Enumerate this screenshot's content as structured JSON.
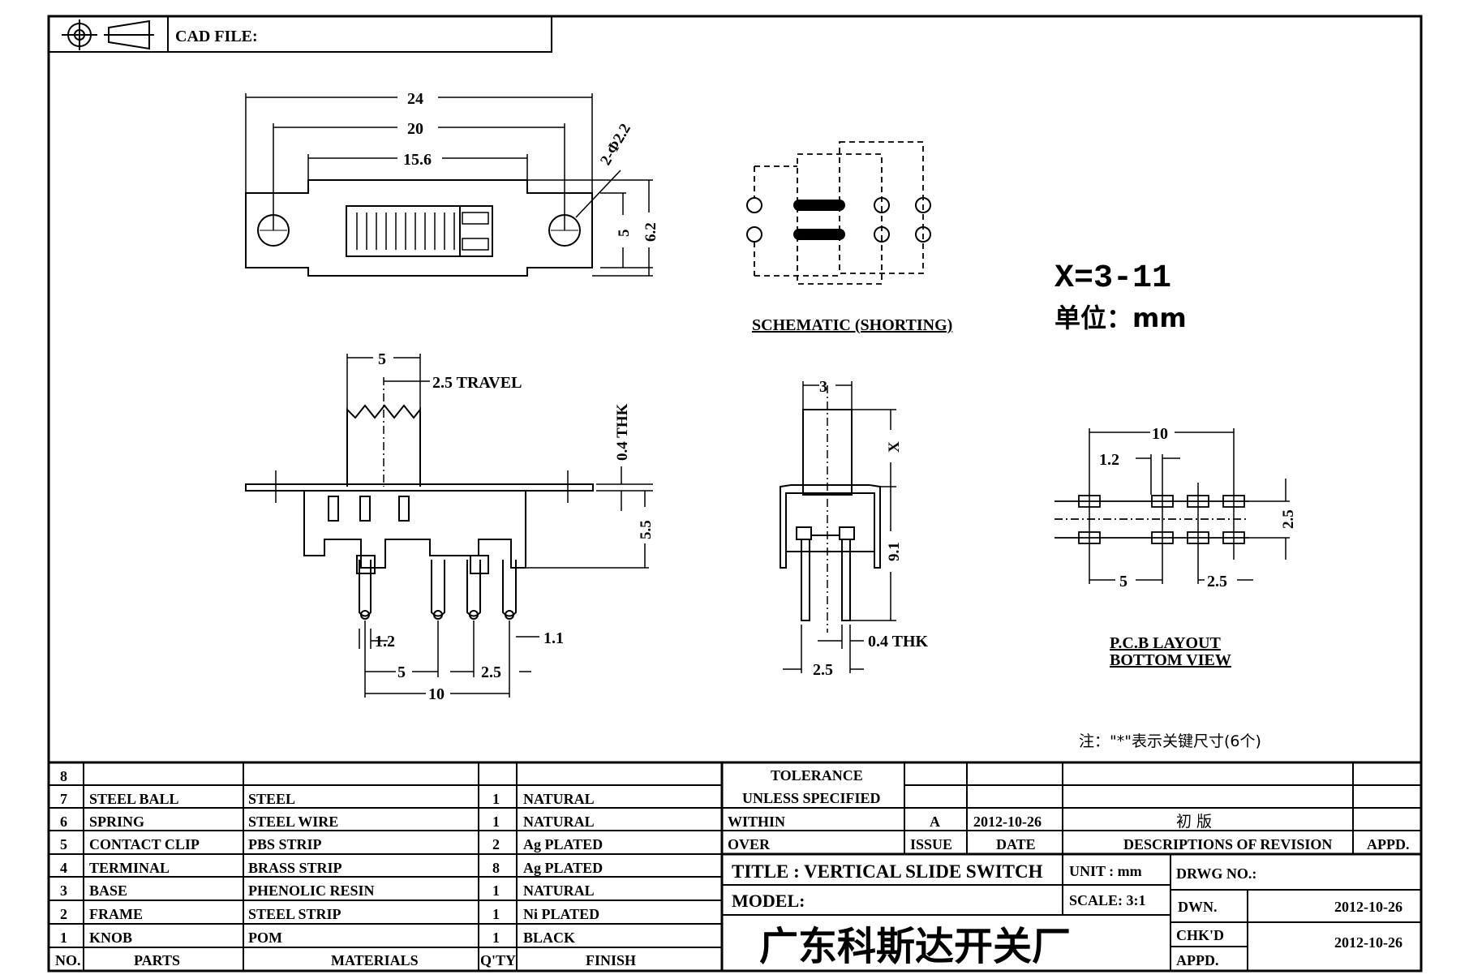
{
  "header": {
    "cad_file": "CAD FILE:"
  },
  "labels": {
    "x_value": "X=3-11",
    "unit_note": "单位：mm",
    "schematic": "SCHEMATIC (SHORTING)",
    "pcb_layout_1": "P.C.B LAYOUT",
    "pcb_layout_2": "BOTTOM VIEW",
    "footnote": "注：\"*\"表示关键尺寸(6个)"
  },
  "dims": {
    "d24": "24",
    "d20": "20",
    "d15_6": "15.6",
    "d_hole": "2-Φ2.2",
    "d5": "5",
    "d6_2": "6.2",
    "side_5": "5",
    "side_travel": "2.5 TRAVEL",
    "side_thk": "0.4 THK",
    "side_5_5": "5.5",
    "side_1_2": "1.2",
    "side_1_1": "1.1",
    "side_5b": "5",
    "side_2_5": "2.5",
    "side_10": "10",
    "end_3": "3",
    "end_x": "X",
    "end_9_1": "9.1",
    "end_thk": "0.4 THK",
    "end_2_5": "2.5",
    "pcb_10": "10",
    "pcb_1_2": "1.2",
    "pcb_2_5v": "2.5",
    "pcb_5": "5",
    "pcb_2_5": "2.5"
  },
  "bom": {
    "rows": [
      {
        "no": "8",
        "part": "",
        "material": "",
        "qty": "",
        "finish": ""
      },
      {
        "no": "7",
        "part": "STEEL BALL",
        "material": "STEEL",
        "qty": "1",
        "finish": "NATURAL"
      },
      {
        "no": "6",
        "part": "SPRING",
        "material": "STEEL WIRE",
        "qty": "1",
        "finish": "NATURAL"
      },
      {
        "no": "5",
        "part": "CONTACT CLIP",
        "material": "PBS STRIP",
        "qty": "2",
        "finish": "Ag PLATED"
      },
      {
        "no": "4",
        "part": "TERMINAL",
        "material": "BRASS STRIP",
        "qty": "8",
        "finish": "Ag PLATED"
      },
      {
        "no": "3",
        "part": "BASE",
        "material": "PHENOLIC RESIN",
        "qty": "1",
        "finish": "NATURAL"
      },
      {
        "no": "2",
        "part": "FRAME",
        "material": "STEEL STRIP",
        "qty": "1",
        "finish": "Ni PLATED"
      },
      {
        "no": "1",
        "part": "KNOB",
        "material": "POM",
        "qty": "1",
        "finish": "BLACK"
      }
    ],
    "header": {
      "no": "NO.",
      "parts": "PARTS",
      "materials": "MATERIALS",
      "qty": "Q'TY",
      "finish": "FINISH"
    }
  },
  "title_block": {
    "tolerance": "TOLERANCE",
    "unless": "UNLESS  SPECIFIED",
    "within": "WITHIN",
    "over": "OVER",
    "issue_val": "A",
    "date_val": "2012-10-26",
    "rev_desc": "初 版",
    "issue": "ISSUE",
    "date": "DATE",
    "descriptions": "DESCRIPTIONS OF REVISION",
    "appd": "APPD.",
    "title": "TITLE :  VERTICAL SLIDE SWITCH",
    "unit": "UNIT :  mm",
    "drwg_no": "DRWG NO.:",
    "model": "MODEL:",
    "scale": "SCALE:  3:1",
    "company": "广东科斯达开关厂",
    "dwn": "DWN.",
    "dwn_date": "2012-10-26",
    "chkd": "CHK'D",
    "chkd_date": "2012-10-26",
    "appd2": "APPD."
  }
}
